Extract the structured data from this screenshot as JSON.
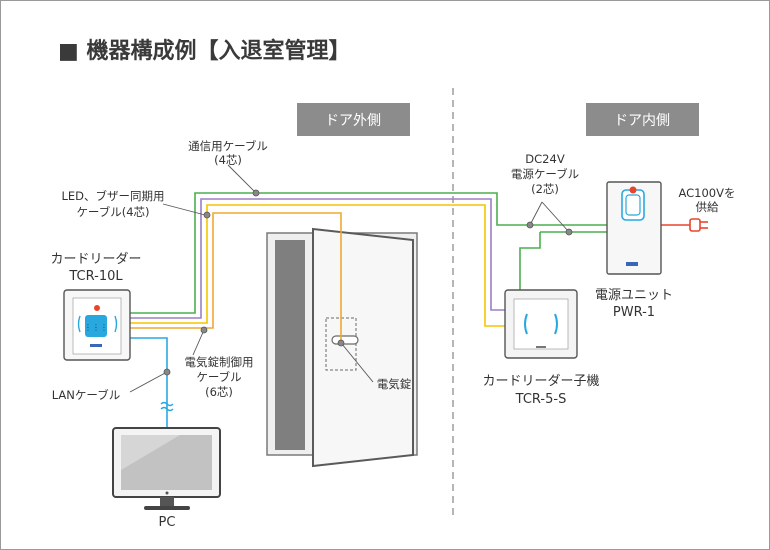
{
  "title": "■ 機器構成例【入退室管理】",
  "sides": {
    "outside": "ドア外側",
    "inside": "ドア内側"
  },
  "cables": {
    "comm_line1": "通信用ケーブル",
    "comm_line2": "(4芯)",
    "led_line1": "LED、ブザー同期用",
    "led_line2": "ケーブル(4芯)",
    "lock_line1": "電気錠制御用",
    "lock_line2": "ケーブル",
    "lock_line3": "(6芯)",
    "dc_line1": "DC24V",
    "dc_line2": "電源ケーブル",
    "dc_line3": "(2芯)",
    "lan": "LANケーブル"
  },
  "devices": {
    "reader_line1": "カードリーダー",
    "reader_line2": "TCR-10L",
    "sub_reader_line1": "カードリーダー子機",
    "sub_reader_line2": "TCR-5-S",
    "power_line1": "電源ユニット",
    "power_line2": "PWR-1",
    "lock": "電気錠",
    "pc": "PC",
    "ac_line1": "AC100Vを",
    "ac_line2": "供給"
  },
  "colors": {
    "green": "#4caf50",
    "purple": "#9b7fc4",
    "yellow": "#f5c400",
    "orange": "#f0a830",
    "blue": "#29a8e0",
    "red_plug": "#e8452c",
    "tag_bg": "#8c8c8c"
  }
}
